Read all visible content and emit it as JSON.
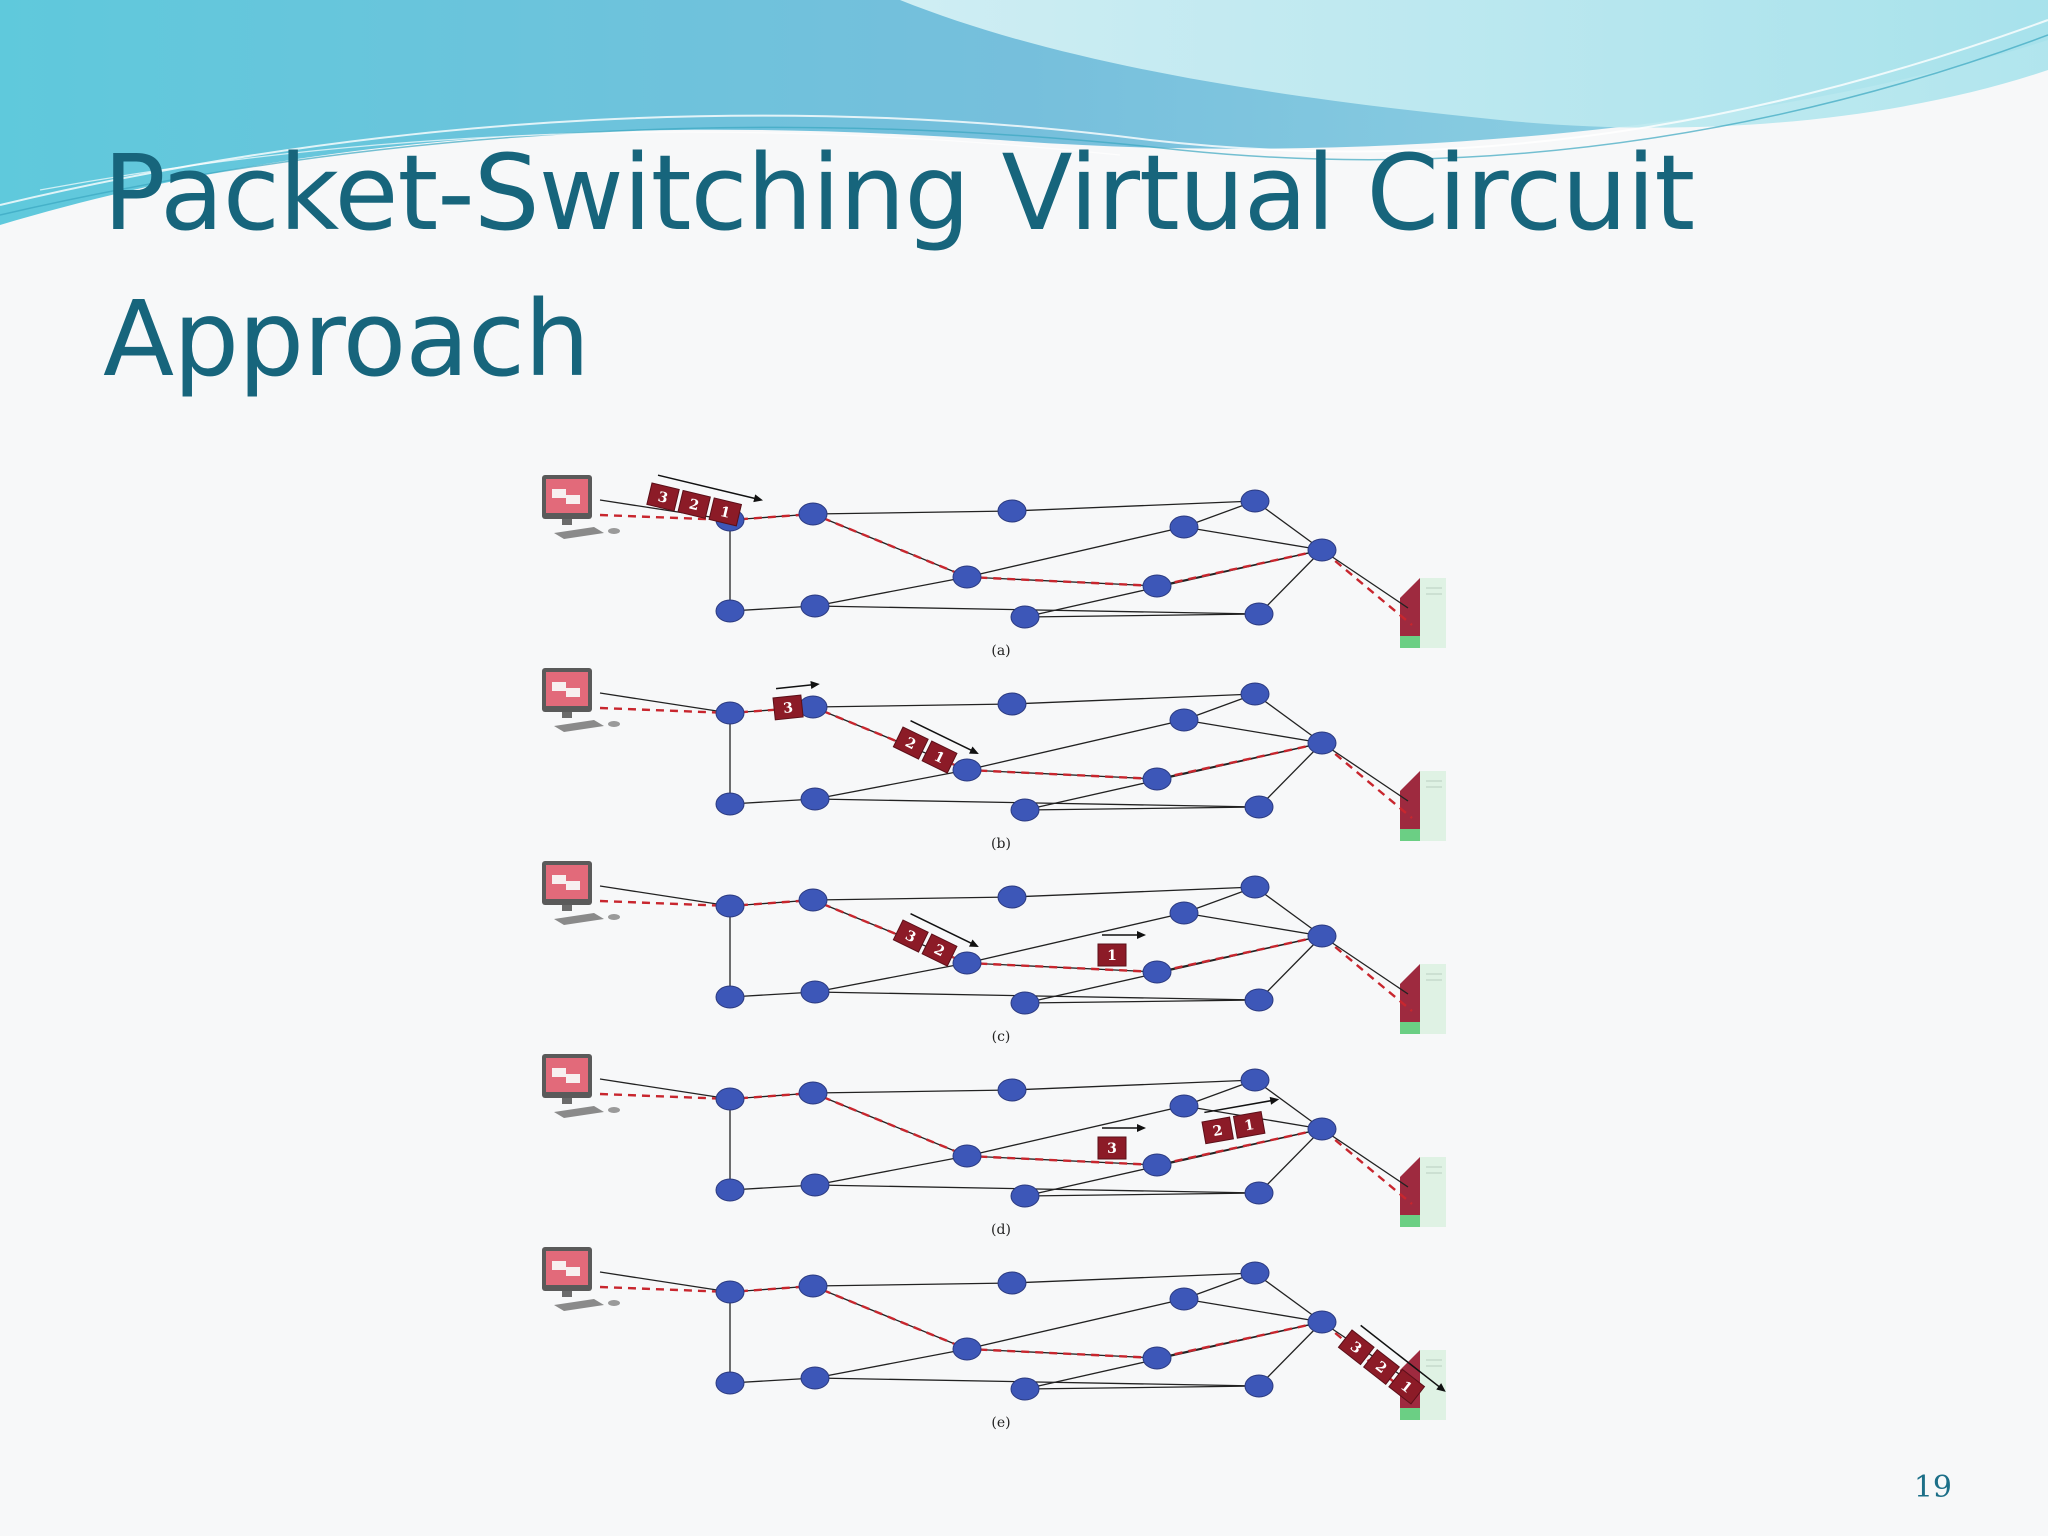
{
  "slide": {
    "title": "Packet-Switching Virtual Circuit Approach",
    "page_number": "19"
  },
  "colors": {
    "title": "#17657c",
    "node": "#3d57b8",
    "virtual_circuit": "#c8262e",
    "packet": "#8c1b27",
    "wave_dark": "#6ec3d8",
    "wave_light": "#bfeaf1"
  },
  "diagram": {
    "node_icon": "network-node",
    "source_icon": "computer-icon",
    "destination_icon": "server-icon",
    "panels": [
      {
        "caption": "(a)",
        "packet_groups": [
          {
            "packets": [
              "3",
              "2",
              "1"
            ],
            "location": "source-to-first-node"
          }
        ]
      },
      {
        "caption": "(b)",
        "packet_groups": [
          {
            "packets": [
              "3"
            ],
            "location": "node-1-to-node-2"
          },
          {
            "packets": [
              "2",
              "1"
            ],
            "location": "node-2-to-node-3"
          }
        ]
      },
      {
        "caption": "(c)",
        "packet_groups": [
          {
            "packets": [
              "3",
              "2"
            ],
            "location": "node-2-to-node-3"
          },
          {
            "packets": [
              "1"
            ],
            "location": "node-3-to-node-4"
          }
        ]
      },
      {
        "caption": "(d)",
        "packet_groups": [
          {
            "packets": [
              "3"
            ],
            "location": "node-3-to-node-4"
          },
          {
            "packets": [
              "2",
              "1"
            ],
            "location": "node-4-to-node-5"
          }
        ]
      },
      {
        "caption": "(e)",
        "packet_groups": [
          {
            "packets": [
              "3",
              "2",
              "1"
            ],
            "location": "last-node-to-destination"
          }
        ]
      }
    ]
  }
}
